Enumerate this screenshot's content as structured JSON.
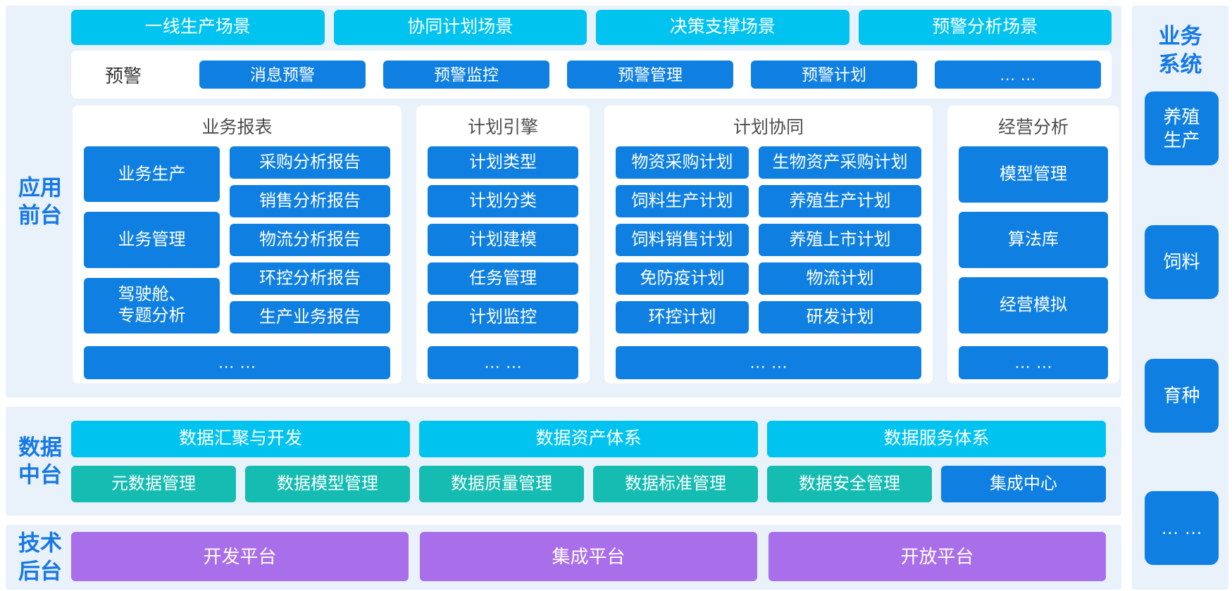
{
  "bands": {
    "app_front_label": "应用\n前台",
    "data_mid_label": "数据\n中台",
    "tech_back_label": "技术\n后台"
  },
  "scenarios": [
    "一线生产场景",
    "协同计划场景",
    "决策支撑场景",
    "预警分析场景"
  ],
  "alert": {
    "label": "预警",
    "buttons": [
      "消息预警",
      "预警监控",
      "预警管理",
      "预警计划",
      "… …"
    ]
  },
  "panels": {
    "report": {
      "title": "业务报表",
      "left": [
        "业务生产",
        "业务管理",
        "驾驶舱、\n专题分析"
      ],
      "right": [
        "采购分析报告",
        "销售分析报告",
        "物流分析报告",
        "环控分析报告",
        "生产业务报告"
      ],
      "more": "… …"
    },
    "engine": {
      "title": "计划引擎",
      "items": [
        "计划类型",
        "计划分类",
        "计划建模",
        "任务管理",
        "计划监控"
      ],
      "more": "… …"
    },
    "collab": {
      "title": "计划协同",
      "left": [
        "物资采购计划",
        "饲料生产计划",
        "饲料销售计划",
        "免防疫计划",
        "环控计划"
      ],
      "right": [
        "生物资产采购计划",
        "养殖生产计划",
        "养殖上市计划",
        "物流计划",
        "研发计划"
      ],
      "more": "… …"
    },
    "analysis": {
      "title": "经营分析",
      "items": [
        "模型管理",
        "算法库",
        "经营模拟"
      ],
      "more": "… …"
    }
  },
  "data_mid": {
    "row1": [
      "数据汇聚与开发",
      "数据资产体系",
      "数据服务体系"
    ],
    "row2": [
      "元数据管理",
      "数据模型管理",
      "数据质量管理",
      "数据标准管理",
      "数据安全管理",
      "集成中心"
    ]
  },
  "tech_back": [
    "开发平台",
    "集成平台",
    "开放平台"
  ],
  "sidebar": {
    "title": "业务\n系统",
    "items": [
      "养殖\n生产",
      "饲料",
      "育种",
      "… …"
    ]
  },
  "colors": {
    "cyan": "#00c3f0",
    "blue": "#0f80e2",
    "teal": "#14bcb2",
    "purple": "#a96ee9",
    "band_bg": "#e9f1fb",
    "label_blue": "#1478e6"
  }
}
